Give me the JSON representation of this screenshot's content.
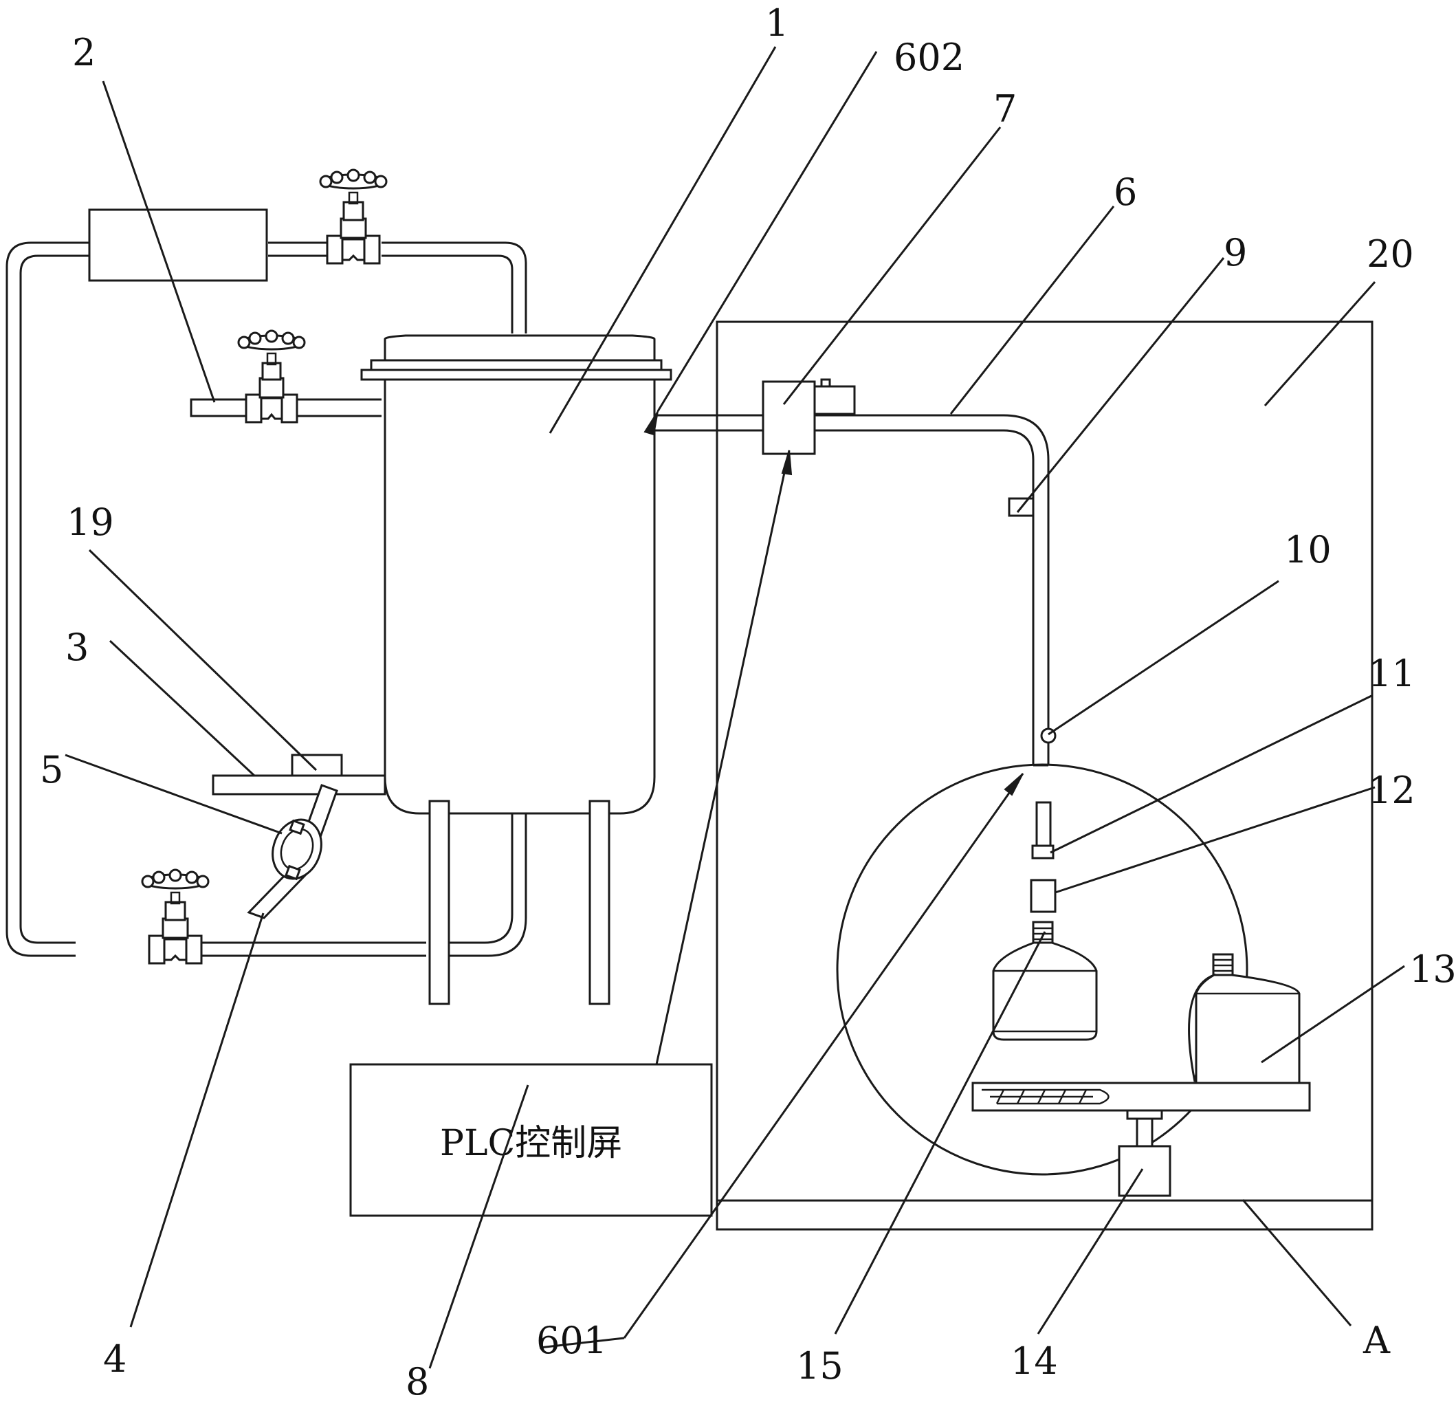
{
  "diagram": {
    "labels": {
      "l1": "1",
      "l2": "2",
      "l3": "3",
      "l4": "4",
      "l5": "5",
      "l6": "6",
      "l7": "7",
      "l8": "8",
      "l9": "9",
      "l10": "10",
      "l11": "11",
      "l12": "12",
      "l13": "13",
      "l14": "14",
      "l15": "15",
      "l19": "19",
      "l20": "20",
      "l601": "601",
      "l602": "602",
      "lA": "A"
    },
    "plc_screen": "PLC控制屏"
  }
}
